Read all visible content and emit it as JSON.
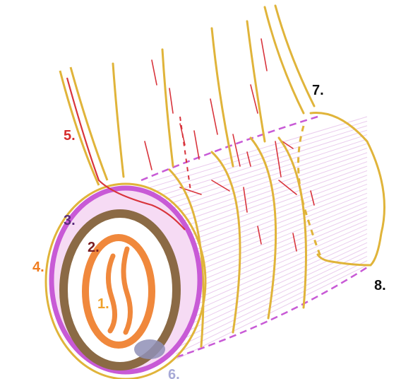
{
  "labels": {
    "l1": "1.",
    "l2": "2.",
    "l3": "3.",
    "l4": "4.",
    "l5": "5.",
    "l6": "6.",
    "l7": "7.",
    "l8": "8."
  },
  "colors": {
    "paper": "#ffffff",
    "gold": "#e0b43a",
    "magenta": "#c85ad6",
    "magenta_light": "#d9a2e0",
    "brown": "#8b6a45",
    "orange": "#f0883c",
    "red": "#d8343c",
    "purple": "#5a2b7c",
    "gray_blob": "#8f8fb6",
    "label_1": "#f0a22c",
    "label_2": "#7b1e22",
    "label_3": "#5a2b7c",
    "label_4": "#f07d20",
    "label_5": "#d62c2c",
    "label_6": "#a7a9d6",
    "label_7": "#111111",
    "label_8": "#111111"
  }
}
